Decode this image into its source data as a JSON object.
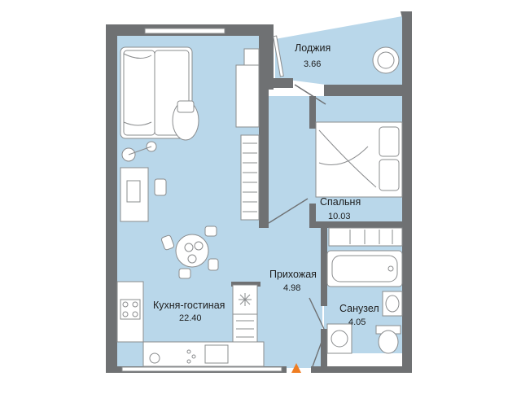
{
  "colors": {
    "wall": "#6f7173",
    "floor": "#b9d7ea",
    "furniture": "#ffffff",
    "furniture_stroke": "#8a8c8e",
    "entrance": "#ef7d22",
    "window": "#ffffff"
  },
  "rooms": [
    {
      "id": "loggia",
      "name": "Лоджия",
      "area": "3.66"
    },
    {
      "id": "bedroom",
      "name": "Спальня",
      "area": "10.03"
    },
    {
      "id": "hallway",
      "name": "Прихожая",
      "area": "4.98"
    },
    {
      "id": "living",
      "name": "Кухня-гостиная",
      "area": "22.40"
    },
    {
      "id": "bathroom",
      "name": "Санузел",
      "area": "4.05"
    }
  ],
  "icons": {
    "entrance": "entrance-triangle-icon"
  }
}
